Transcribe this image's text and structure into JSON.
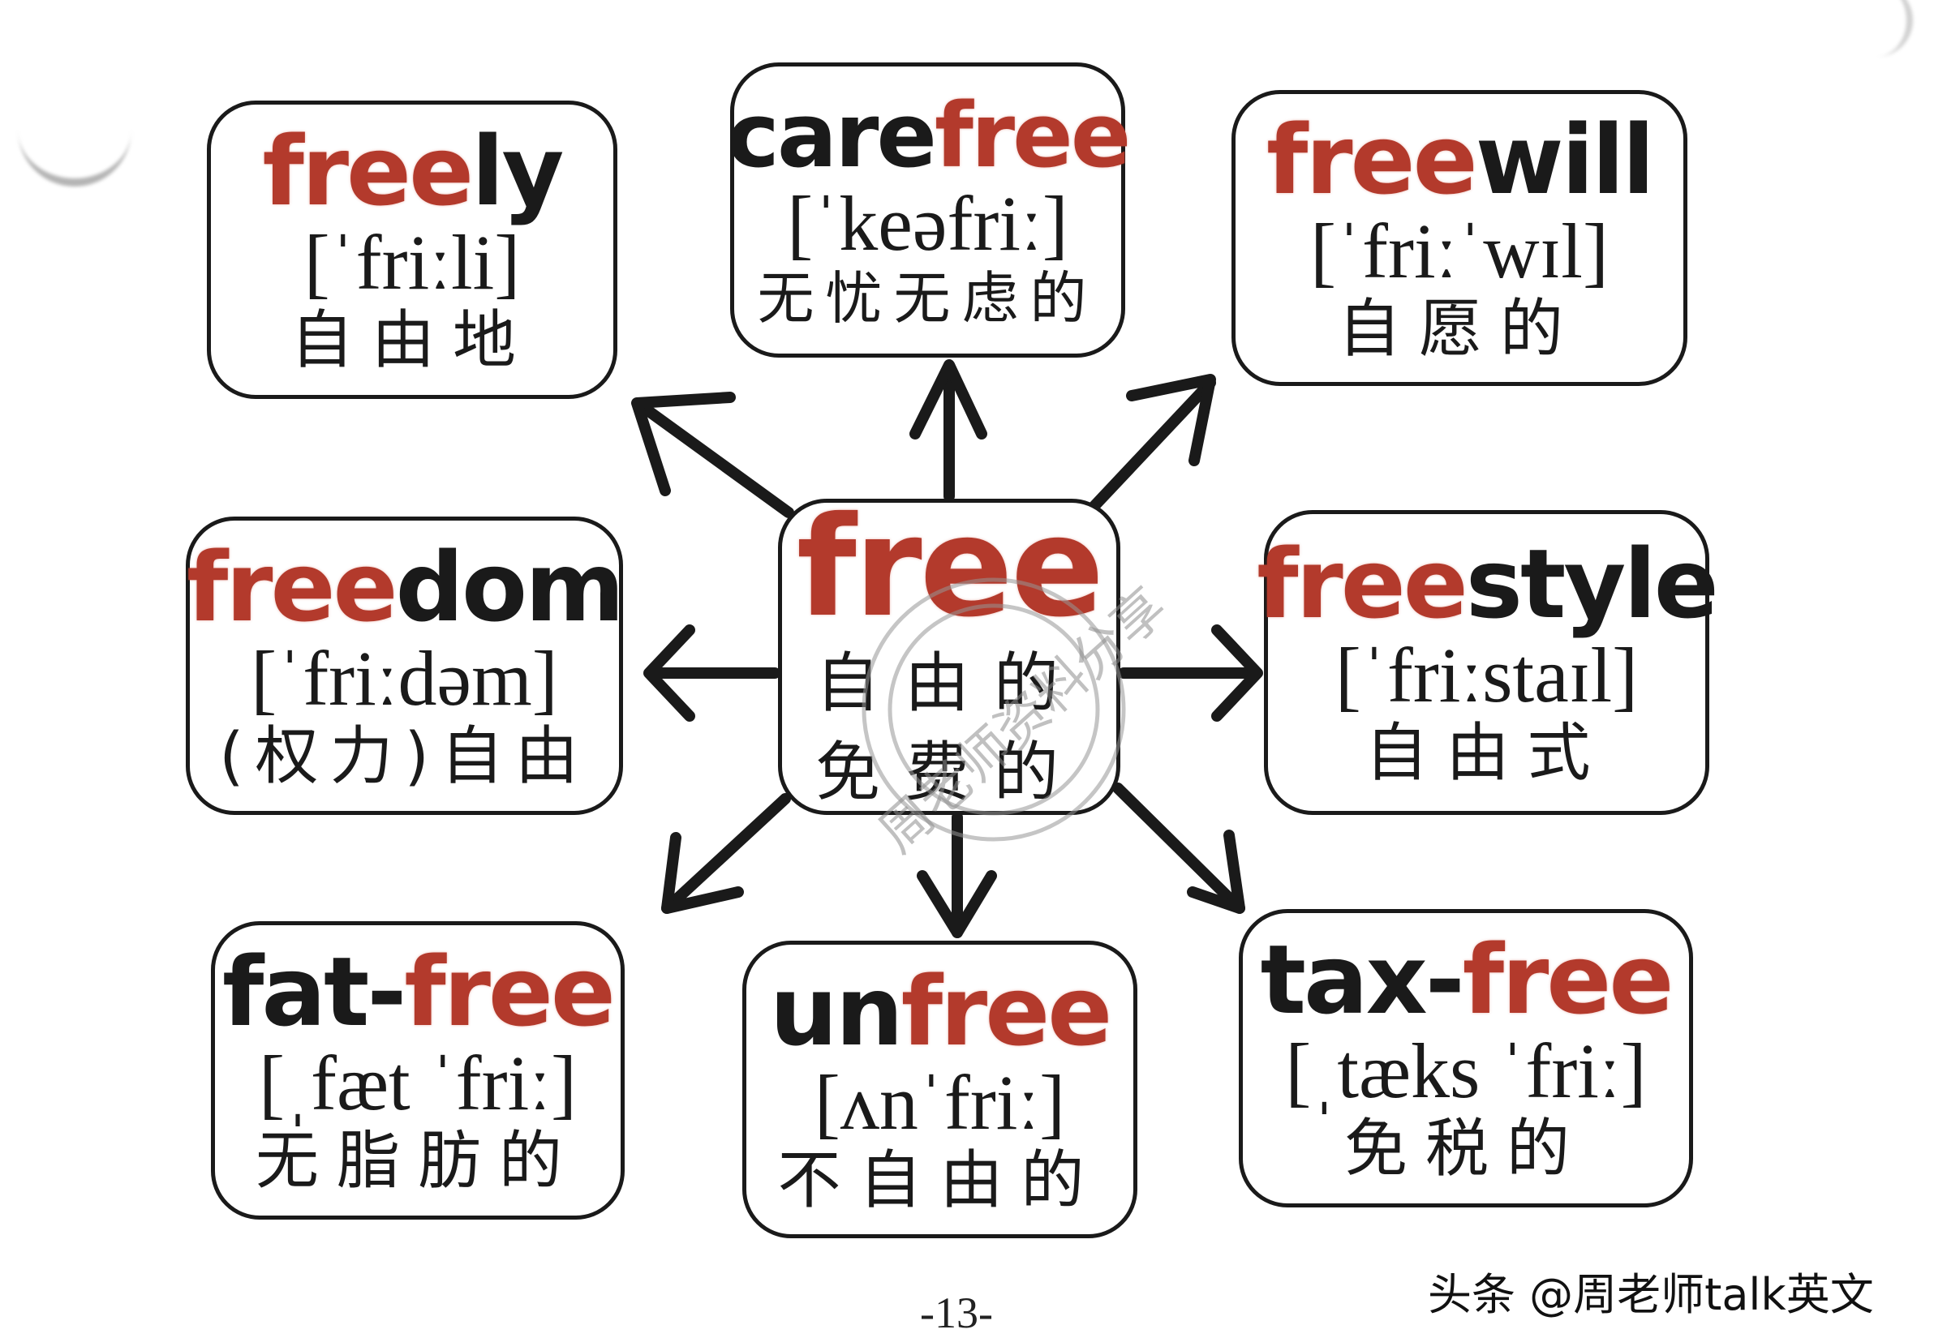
{
  "center": {
    "root": "free",
    "meaning_line1": "自由的",
    "meaning_line2": "免费的"
  },
  "words": [
    {
      "id": "freely",
      "prefix": "",
      "root": "free",
      "suffix": "ly",
      "ipa": "[ˈfriːli]",
      "meaning": "自由地",
      "position": "top-left"
    },
    {
      "id": "carefree",
      "prefix": "care",
      "root": "free",
      "suffix": "",
      "ipa": "[ˈkeəfriː]",
      "meaning": "无忧无虑的",
      "position": "top"
    },
    {
      "id": "freewill",
      "prefix": "",
      "root": "free",
      "suffix": "will",
      "ipa": "[ˈfriːˈwɪl]",
      "meaning": "自愿的",
      "position": "top-right"
    },
    {
      "id": "freedom",
      "prefix": "",
      "root": "free",
      "suffix": "dom",
      "ipa": "[ˈfriːdəm]",
      "meaning": "(权力)自由",
      "position": "left"
    },
    {
      "id": "freestyle",
      "prefix": "",
      "root": "free",
      "suffix": "style",
      "ipa": "[ˈfriːstaɪl]",
      "meaning": "自由式",
      "position": "right"
    },
    {
      "id": "fat-free",
      "prefix": "fat-",
      "root": "free",
      "suffix": "",
      "ipa": "[ˌfæt ˈfriː]",
      "meaning": "无脂肪的",
      "position": "bottom-left"
    },
    {
      "id": "unfree",
      "prefix": "un",
      "root": "free",
      "suffix": "",
      "ipa": "[ʌnˈfriː]",
      "meaning": "不自由的",
      "position": "bottom"
    },
    {
      "id": "tax-free",
      "prefix": "tax-",
      "root": "free",
      "suffix": "",
      "ipa": "[ˌtæks ˈfriː]",
      "meaning": "免税的",
      "position": "bottom-right"
    }
  ],
  "page_number": "-13-",
  "credit": "头条 @周老师talk英文",
  "stamp_text": "周老师资料分享",
  "colors": {
    "root": "#b33a2c",
    "text": "#1a1a1a",
    "border": "#1a1a1a",
    "background": "#ffffff"
  },
  "icons": {
    "arrow": "arrow-icon"
  }
}
